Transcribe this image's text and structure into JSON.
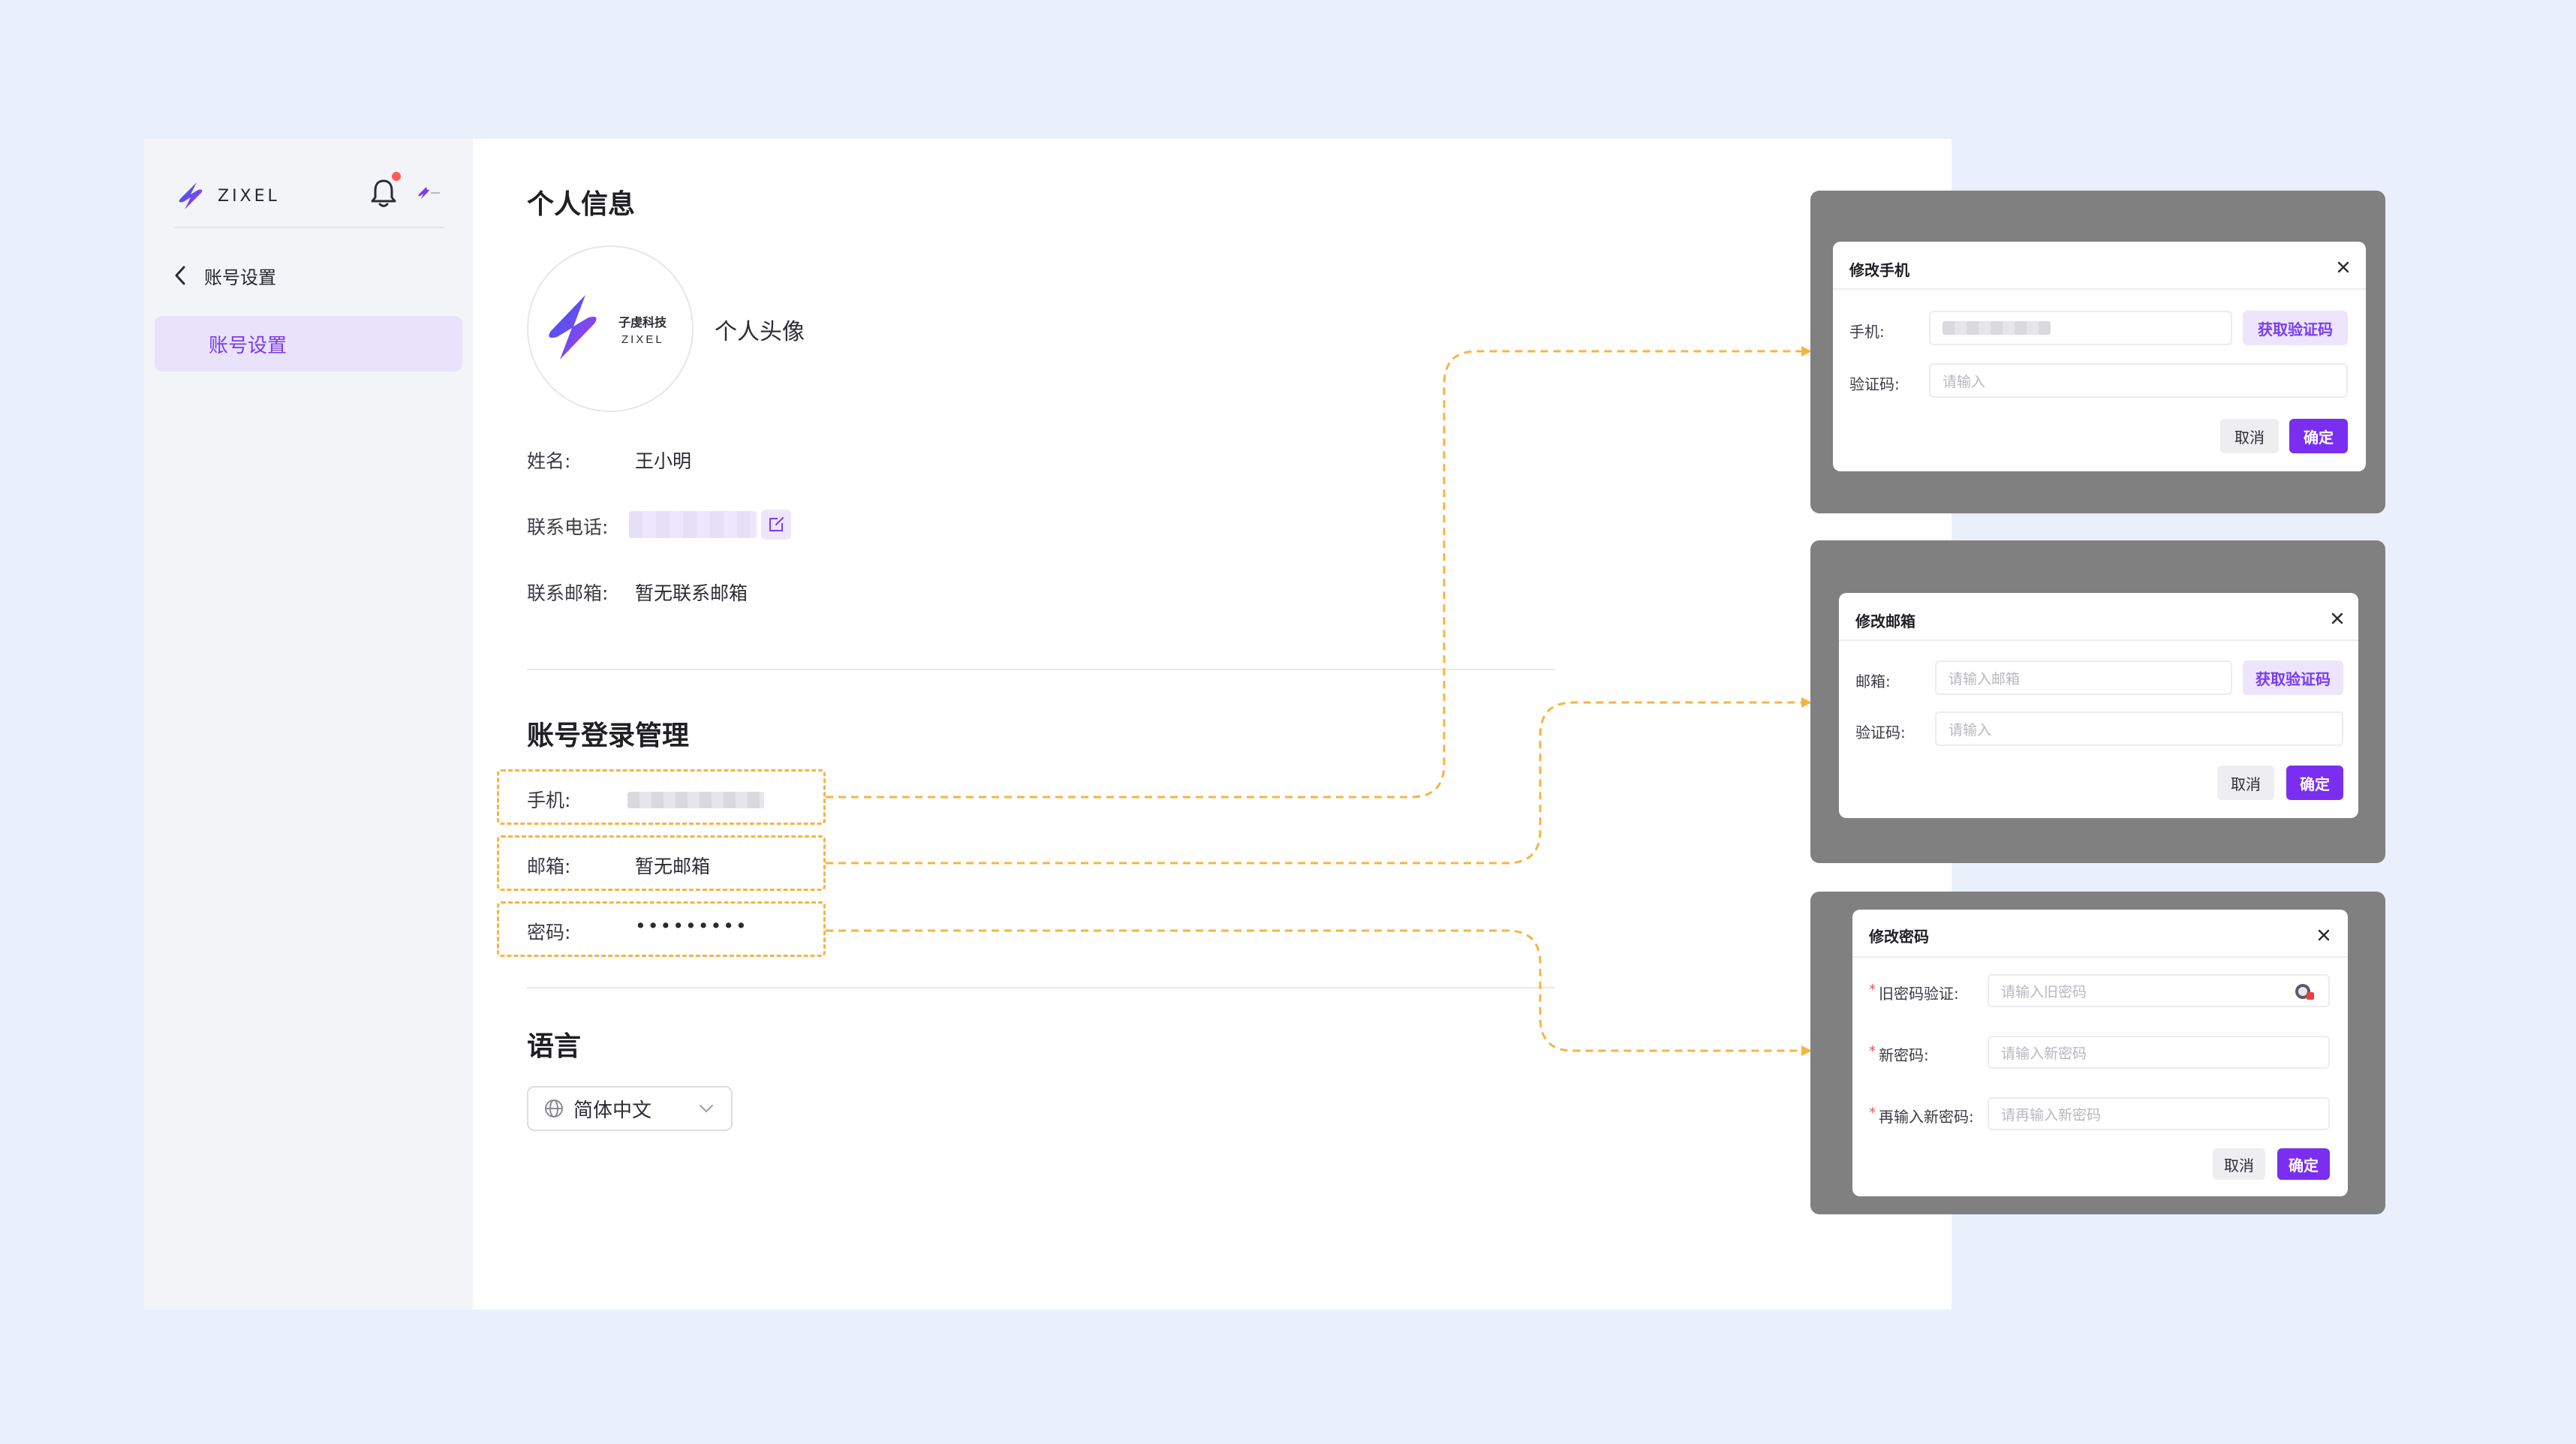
{
  "brand": {
    "logo_text": "ZIXEL",
    "avatar_logo_cn": "子虔科技",
    "avatar_logo_en": "ZIXEL"
  },
  "colors": {
    "accent": "#7a2ff0",
    "highlight": "#f6b445",
    "overlay": "#808080"
  },
  "sidebar": {
    "back_label": "账号设置",
    "active_item": "账号设置"
  },
  "personal_info": {
    "title": "个人信息",
    "avatar_label": "个人头像",
    "name_label": "姓名:",
    "name_value": "王小明",
    "phone_label": "联系电话:",
    "email_label": "联系邮箱:",
    "email_value": "暂无联系邮箱"
  },
  "login_management": {
    "title": "账号登录管理",
    "phone_label": "手机:",
    "email_label": "邮箱:",
    "email_value": "暂无邮箱",
    "password_label": "密码:",
    "password_value": "•••••••••"
  },
  "language": {
    "title": "语言",
    "selected": "简体中文"
  },
  "dialog_phone": {
    "title": "修改手机",
    "phone_label": "手机:",
    "get_code": "获取验证码",
    "code_label": "验证码:",
    "code_placeholder": "请输入",
    "cancel": "取消",
    "ok": "确定"
  },
  "dialog_email": {
    "title": "修改邮箱",
    "email_label": "邮箱:",
    "email_placeholder": "请输入邮箱",
    "get_code": "获取验证码",
    "code_label": "验证码:",
    "code_placeholder": "请输入",
    "cancel": "取消",
    "ok": "确定"
  },
  "dialog_password": {
    "title": "修改密码",
    "old_label": "旧密码验证:",
    "old_placeholder": "请输入旧密码",
    "new_label": "新密码:",
    "new_placeholder": "请输入新密码",
    "repeat_label": "再输入新密码:",
    "repeat_placeholder": "请再输入新密码",
    "required_mark": "*",
    "cancel": "取消",
    "ok": "确定"
  }
}
